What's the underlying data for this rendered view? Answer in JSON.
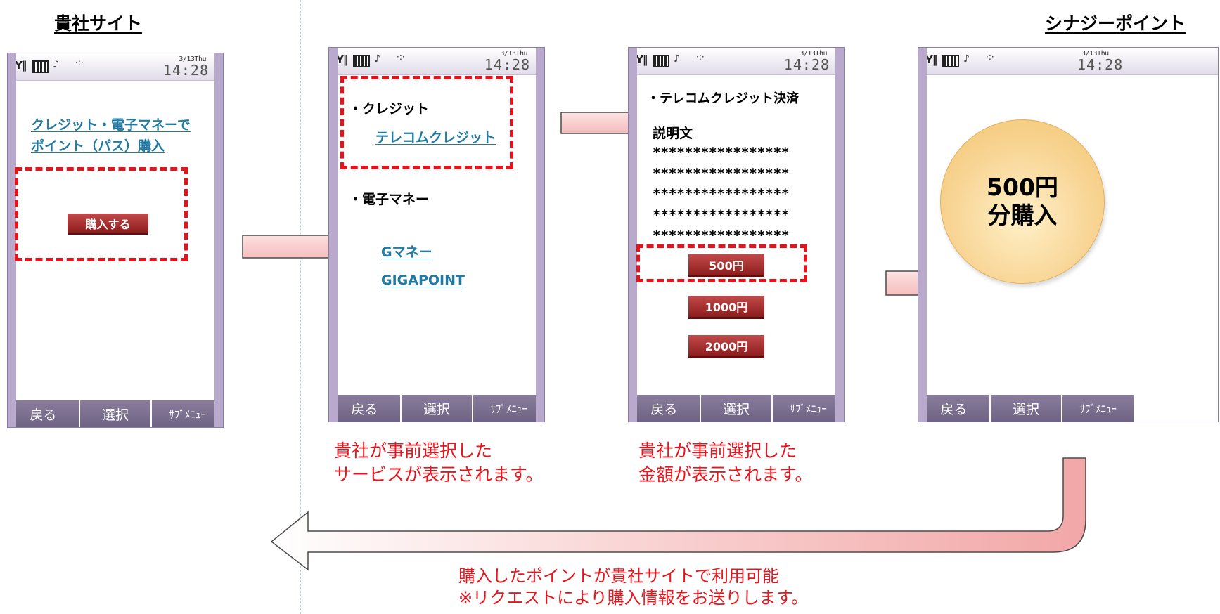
{
  "headings": {
    "left": "貴社サイト",
    "right": "シナジーポイント"
  },
  "phone": {
    "date": "3/13Thu",
    "time": "14:28",
    "softkeys": [
      "戻る",
      "選択",
      "ｻﾌﾞﾒﾆｭｰ"
    ]
  },
  "screen1": {
    "link_line1": "クレジット・電子マネーで",
    "link_line2": "ポイント（パス）購入",
    "buy_button": "購入する"
  },
  "screen2": {
    "credit_label": "・クレジット",
    "telecom_link": "テレコムクレジット",
    "emoney_label": "・電子マネー",
    "gmoney_link": "Gマネー",
    "gigapoint_link": "GIGAPOINT"
  },
  "screen3": {
    "title": "・テレコムクレジット決済",
    "desc_label": "説明文",
    "stars": [
      "*****************",
      "*****************",
      "*****************",
      "*****************",
      "*****************"
    ],
    "amounts": [
      "500円",
      "1000円",
      "2000円"
    ]
  },
  "screen4": {
    "circle_line1": "500円",
    "circle_line2": "分購入"
  },
  "notes": {
    "service_line1": "貴社が事前選択した",
    "service_line2": "サービスが表示されます。",
    "amount_line1": "貴社が事前選択した",
    "amount_line2": "金額が表示されます。",
    "bottom_line1": "購入したポイントが貴社サイトで利用可能",
    "bottom_line2": "※リクエストにより購入情報をお送りします。"
  },
  "colors": {
    "accent_red": "#e3141b",
    "link_blue": "#1f7ba6",
    "arrow_fill": "#f7c3c3"
  }
}
